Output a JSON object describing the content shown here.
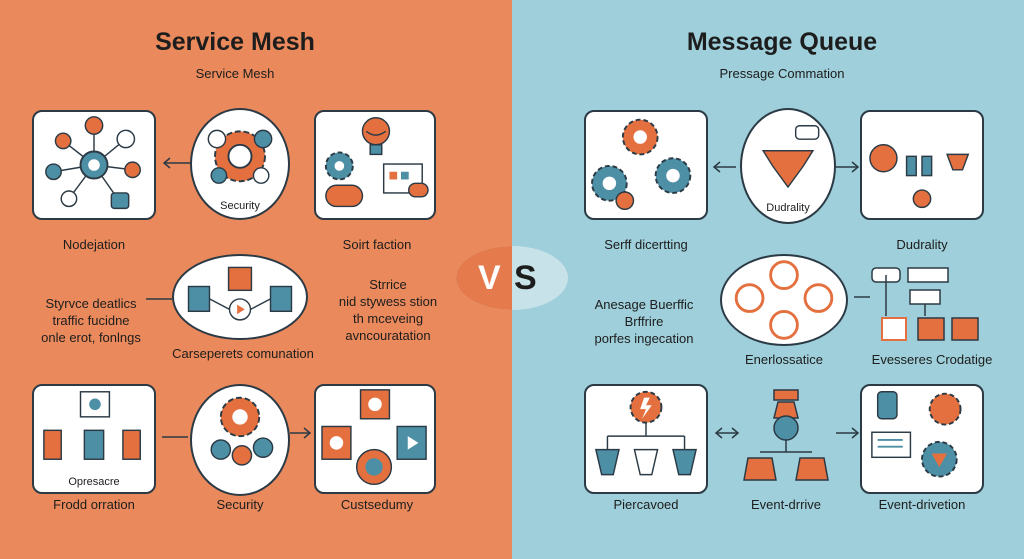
{
  "left": {
    "title": "Service Mesh",
    "subtitle": "Service Mesh",
    "labels": {
      "nodejation": "Nodejation",
      "soirt": "Soirt faction",
      "security_top": "Security",
      "carseperets": "Carseperets comunation",
      "opresacre": "Opresacre",
      "frodd": "Frodd orration",
      "security_bottom": "Security",
      "custsedumy": "Custsedumy"
    },
    "note_left": [
      "Styrvce deatlics",
      "traffic fucidne",
      "onle erot, fonlngs"
    ],
    "note_right": [
      "Strrice",
      "nid stywess stion",
      "th mceveing",
      "avncouratation"
    ]
  },
  "vs": {
    "v": "V",
    "s": "S"
  },
  "right": {
    "title": "Message Queue",
    "subtitle": "Pressage Commation",
    "labels": {
      "dudrality_inner": "Dudrality",
      "serff": "Serff dicertting",
      "dudrality": "Dudrality",
      "enerlossatice": "Enerlossatice",
      "evesseres": "Evesseres Crodatige",
      "piercavoed": "Piercavoed",
      "event_drrive": "Event-drrive",
      "event_drivetion": "Event-drivetion"
    },
    "note": [
      "Anesage Buerffic",
      "Brffrire",
      "porfes ingecation"
    ]
  },
  "colors": {
    "left_bg": "#ea8a5c",
    "right_bg": "#9ecfda",
    "accent_orange": "#e5703f",
    "accent_teal": "#4d8fa5",
    "ink": "#2b3a45"
  }
}
